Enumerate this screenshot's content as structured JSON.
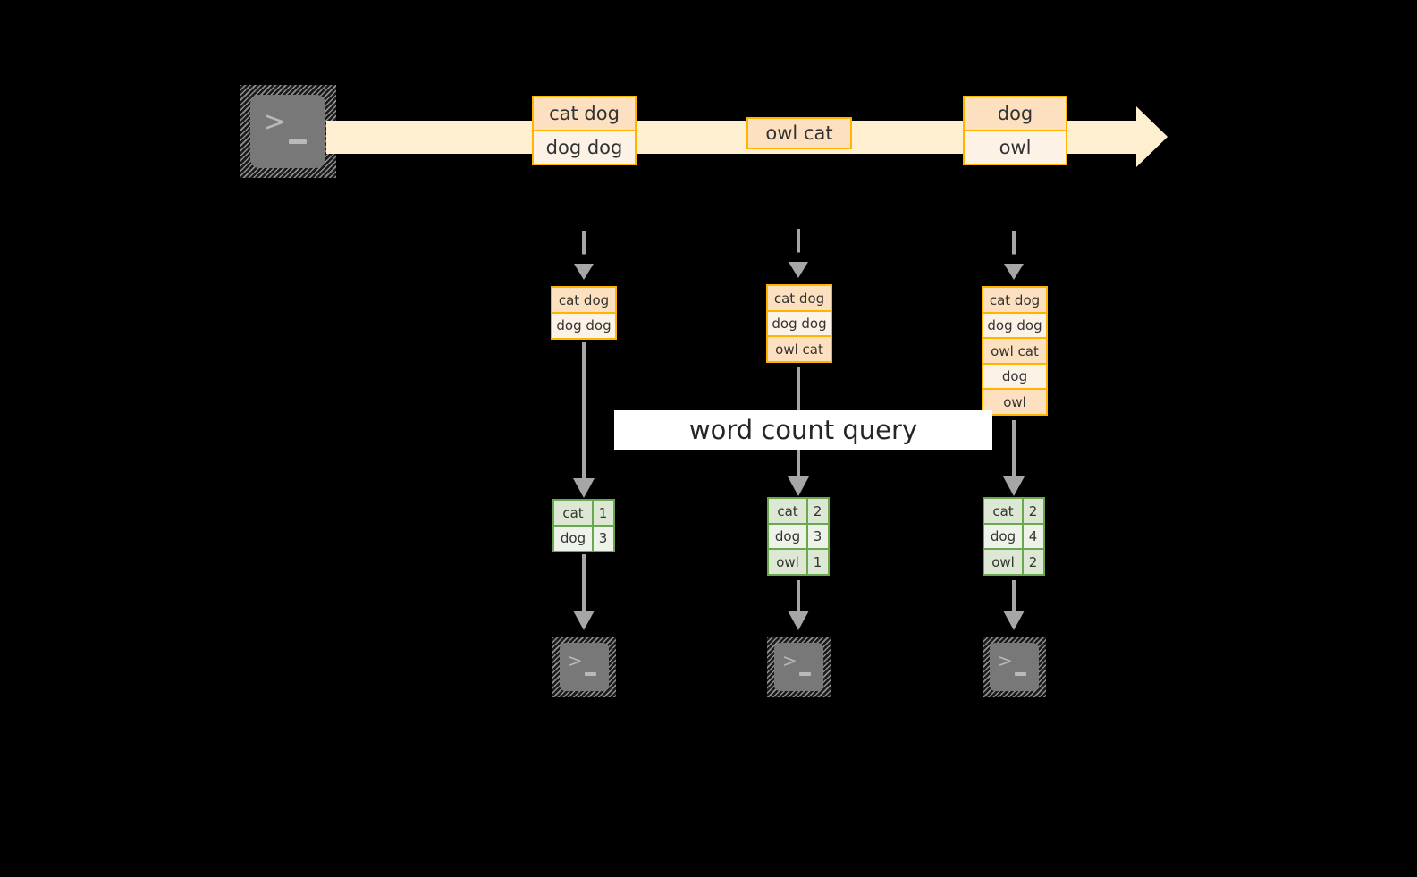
{
  "diagram": {
    "colors": {
      "background": "#000000",
      "stream_fill": "#fdefcf",
      "record_border": "#ffb500",
      "record_fill": "#fce0c0",
      "record_fill_alt": "#fdf2e6",
      "table_border": "#6aa84f",
      "table_fill": "#dde8d4",
      "table_fill_alt": "#eef3ea",
      "connector": "#a6a6a6",
      "label_bg": "#ffffff",
      "label_text": "#262626",
      "icon_body": "#787878",
      "icon_glyph": "#b9b9b9"
    },
    "query_label": "word count query",
    "icons": {
      "producer": "terminal-icon",
      "consumer": "terminal-icon",
      "prompt_glyph": ">",
      "cursor_glyph": "_"
    },
    "stream": {
      "name": "input-stream",
      "records": [
        {
          "lines": [
            "cat dog",
            "dog dog"
          ]
        },
        {
          "lines": [
            "owl cat"
          ]
        },
        {
          "lines": [
            "dog",
            "owl"
          ]
        }
      ]
    },
    "snapshots": [
      {
        "name": "snapshot-1",
        "records": [
          "cat dog",
          "dog dog"
        ],
        "counts": [
          {
            "word": "cat",
            "count": "1"
          },
          {
            "word": "dog",
            "count": "3"
          }
        ]
      },
      {
        "name": "snapshot-2",
        "records": [
          "cat dog",
          "dog dog",
          "owl cat"
        ],
        "counts": [
          {
            "word": "cat",
            "count": "2"
          },
          {
            "word": "dog",
            "count": "3"
          },
          {
            "word": "owl",
            "count": "1"
          }
        ]
      },
      {
        "name": "snapshot-3",
        "records": [
          "cat dog",
          "dog dog",
          "owl cat",
          "dog",
          "owl"
        ],
        "counts": [
          {
            "word": "cat",
            "count": "2"
          },
          {
            "word": "dog",
            "count": "4"
          },
          {
            "word": "owl",
            "count": "2"
          }
        ]
      }
    ]
  }
}
